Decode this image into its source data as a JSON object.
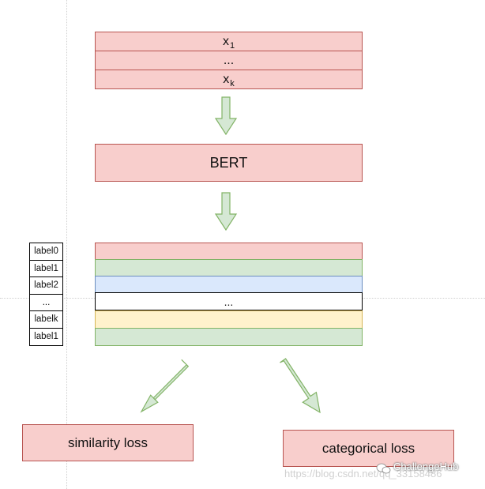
{
  "input": {
    "x1_base": "x",
    "x1_sub": "1",
    "ellipsis": "...",
    "xk_base": "x",
    "xk_sub": "k"
  },
  "encoder": {
    "label": "BERT"
  },
  "output": {
    "ellipsis": "..."
  },
  "labels": [
    "label0",
    "label1",
    "label2",
    "...",
    "labelk",
    "label1"
  ],
  "losses": {
    "similarity": "similarity loss",
    "categorical": "categorical loss"
  },
  "watermark": {
    "url": "https://blog.csdn.net/qq_33158486",
    "brand": "ChallengeHub"
  },
  "colors": {
    "pink_fill": "#f8cecc",
    "green_fill": "#d5e8d4",
    "blue_fill": "#dae8fc",
    "yellow_fill": "#fff2cc"
  }
}
